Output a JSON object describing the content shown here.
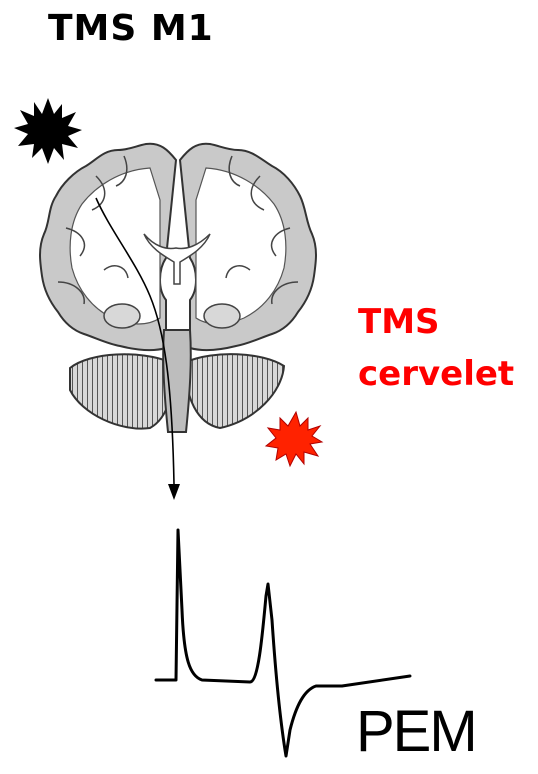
{
  "labels": {
    "stim_m1": "TMS M1",
    "stim_cerebellum_line1": "TMS",
    "stim_cerebellum_line2": "cervelet",
    "response": "PEM"
  },
  "colors": {
    "motor_stim": "#000000",
    "cerebellar_stim": "#ff2200",
    "cerebellar_text": "#ff0000",
    "brain_fill": "#c9c9c9",
    "brain_stroke": "#333333"
  },
  "icons": {
    "motor_stim": "starburst-icon",
    "cerebellar_stim": "starburst-icon"
  }
}
